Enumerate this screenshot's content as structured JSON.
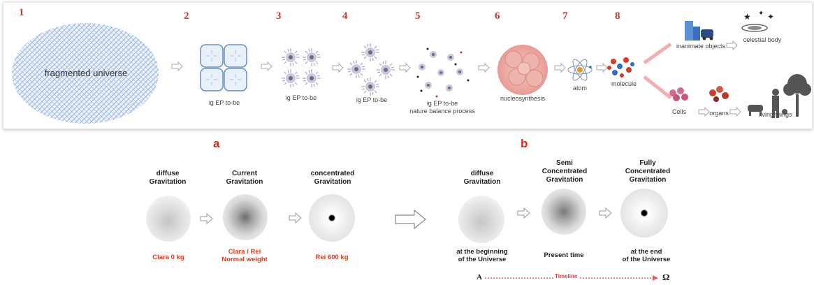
{
  "top_panel": {
    "step_numbers": [
      "1",
      "2",
      "3",
      "4",
      "5",
      "6",
      "7",
      "8"
    ],
    "fragmented_label": "fragmented universe",
    "stage_labels": [
      "ig EP to-be",
      "ig EP to-be",
      "ig EP to-be"
    ],
    "stage5_label": "ig EP to-be\nnature balance process",
    "nucleosynthesis_label": "nucleosynthesis",
    "atom_label": "atom",
    "molecule_label": "molecule",
    "inanimate_label": "inanimate objects",
    "celestial_label": "celestial body",
    "cells_label": "Cells",
    "organs_label": "organs",
    "living_label": "living things"
  },
  "panel_a": {
    "letter": "a",
    "items": [
      {
        "title": "diffuse\nGravitation",
        "caption": "Clara 0 kg"
      },
      {
        "title": "Current\nGravitation",
        "caption": "Clara / Rei\nNormal weight"
      },
      {
        "title": "concentrated\nGravitation",
        "caption": "Rei 600 kg"
      }
    ]
  },
  "panel_b": {
    "letter": "b",
    "items": [
      {
        "title": "diffuse\nGravitation",
        "caption": "at the beginning\nof the Universe"
      },
      {
        "title": "Semi\nConcentrated\nGravitation",
        "caption": "Present time"
      },
      {
        "title": "Fully\nConcentrated\nGravitation",
        "caption": "at the end\nof the Universe"
      }
    ],
    "timeline_start": "A",
    "timeline_label": "Timeline",
    "timeline_end": "Ω"
  },
  "colors": {
    "accent_red": "#d42a20",
    "caption_red": "#e63b16",
    "step_red": "#c0392b"
  }
}
